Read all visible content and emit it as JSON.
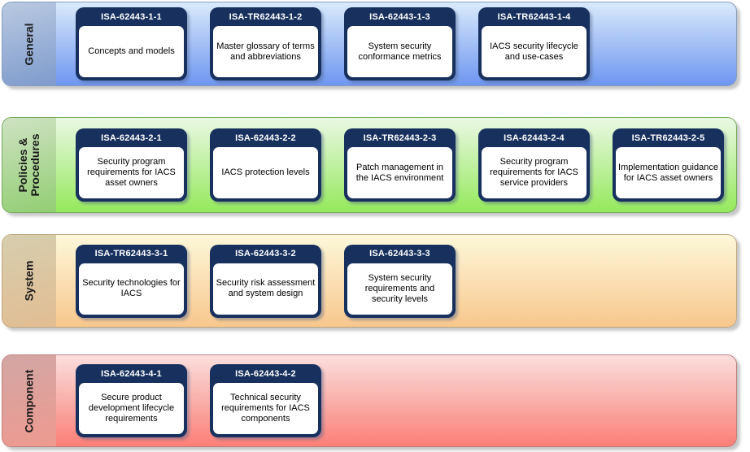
{
  "palette": {
    "background": "#ffffff",
    "card_navy": "#17305e",
    "card_header_text": "#ffffff",
    "card_body_bg": "#ffffff",
    "card_body_text": "#000000"
  },
  "rows": [
    {
      "label": "General",
      "colors": {
        "band_top": "#d9eafc",
        "band_bottom": "#6e96f0",
        "strip_top": "#b9c9e1",
        "strip_bottom": "#7e9bcd",
        "border": "#8a9cbc"
      },
      "cards": [
        {
          "id": "ISA-62443-1-1",
          "description": "Concepts and models"
        },
        {
          "id": "ISA-TR62443-1-2",
          "description": "Master glossary of terms and abbreviations"
        },
        {
          "id": "ISA-62443-1-3",
          "description": "System security conformance metrics"
        },
        {
          "id": "ISA-TR62443-1-4",
          "description": "IACS security lifecycle and use-cases"
        }
      ]
    },
    {
      "label": "Policies & Procedures",
      "colors": {
        "band_top": "#eaf8e4",
        "band_bottom": "#95e95c",
        "strip_top": "#cfe2c3",
        "strip_bottom": "#92ce73",
        "border": "#74aa5a"
      },
      "cards": [
        {
          "id": "ISA-62443-2-1",
          "description": "Security program requirements for IACS asset owners"
        },
        {
          "id": "ISA-62443-2-2",
          "description": "IACS protection levels"
        },
        {
          "id": "ISA-TR62443-2-3",
          "description": "Patch management in the IACS environment"
        },
        {
          "id": "ISA-62443-2-4",
          "description": "Security program requirements for IACS service providers"
        },
        {
          "id": "ISA-TR62443-2-5",
          "description": "Implementation guidance for IACS asset owners"
        }
      ]
    },
    {
      "label": "System",
      "colors": {
        "band_top": "#fdf8da",
        "band_bottom": "#f8c78d",
        "strip_top": "#d6ceaf",
        "strip_bottom": "#e2bd92",
        "border": "#bfa87e"
      },
      "cards": [
        {
          "id": "ISA-TR62443-3-1",
          "description": "Security technologies for IACS"
        },
        {
          "id": "ISA-62443-3-2",
          "description": "Security risk assessment and system design"
        },
        {
          "id": "ISA-62443-3-3",
          "description": "System security requirements and security levels"
        }
      ]
    },
    {
      "label": "Component",
      "colors": {
        "band_top": "#fadfdd",
        "band_bottom": "#fb7f77",
        "strip_top": "#d2a6a4",
        "strip_bottom": "#ee9a90",
        "border": "#bd7f7c"
      },
      "cards": [
        {
          "id": "ISA-62443-4-1",
          "description": "Secure product development lifecycle requirements"
        },
        {
          "id": "ISA-62443-4-2",
          "description": "Technical security requirements for IACS components"
        }
      ]
    }
  ]
}
